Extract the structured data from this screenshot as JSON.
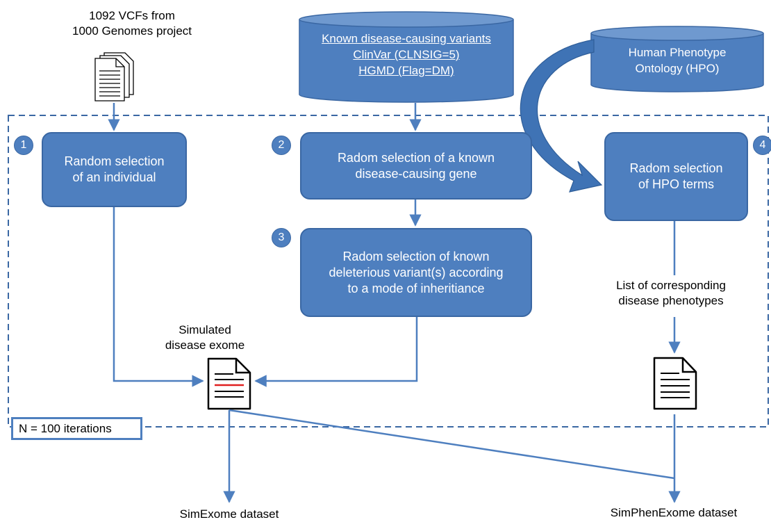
{
  "source": {
    "line1": "1092 VCFs from",
    "line2": "1000 Genomes project"
  },
  "known_db": {
    "line1": "Known disease-causing variants",
    "line2": "ClinVar (CLNSIG=5)",
    "line3": "HGMD (Flag=DM)"
  },
  "hpo_db": {
    "line1": "Human Phenotype",
    "line2": "Ontology (HPO)"
  },
  "steps": [
    {
      "number": "1",
      "line1": "Random selection",
      "line2": "of an individual"
    },
    {
      "number": "2",
      "line1": "Radom selection of a known",
      "line2": "disease-causing gene"
    },
    {
      "number": "3",
      "line1": "Radom selection of known",
      "line2": "deleterious variant(s) according",
      "line3": "to a mode of inheritiance"
    },
    {
      "number": "4",
      "line1": "Radom selection",
      "line2": "of HPO terms"
    }
  ],
  "simulated": {
    "line1": "Simulated",
    "line2": "disease exome"
  },
  "phenotypes": {
    "line1": "List of corresponding",
    "line2": "disease phenotypes"
  },
  "iterations": "N = 100 iterations",
  "outputs": {
    "simexome": "SimExome dataset",
    "simphenexome": "SimPhenExome dataset"
  },
  "colors": {
    "box_fill": "#4e7fbf",
    "box_border": "#3a67a3",
    "arrow": "#4e7fbf",
    "highlight_line": "#e02020"
  }
}
